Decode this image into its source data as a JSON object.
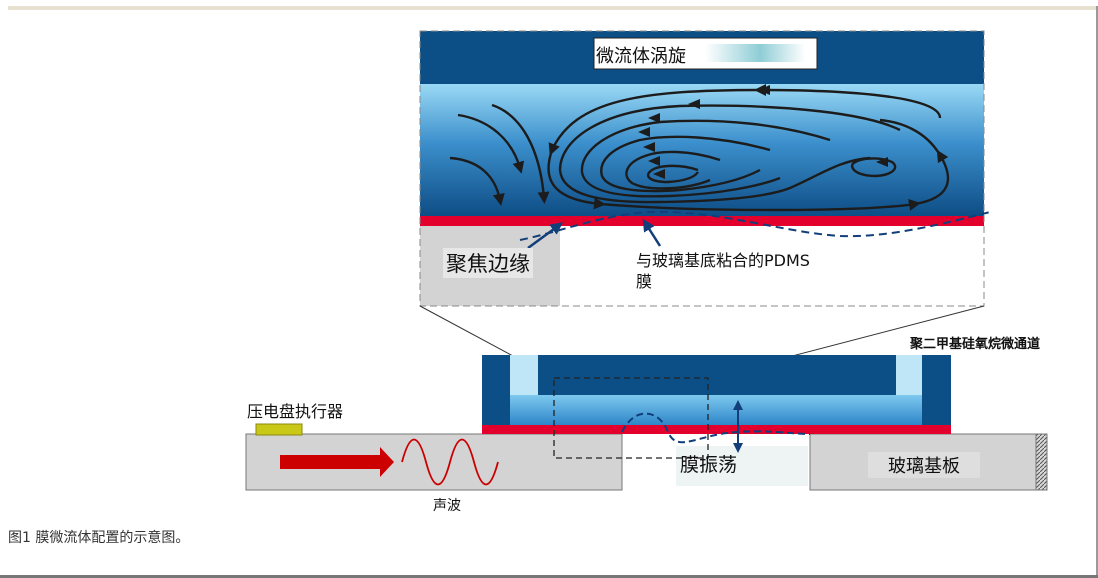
{
  "figure": {
    "caption": "图1 膜微流体配置的示意图。"
  },
  "labels": {
    "vortex": "微流体涡旋",
    "focus_edge": "聚焦边缘",
    "pdms_membrane": "与玻璃基底粘合的PDMS\n膜",
    "pdms_channel": "聚二甲基硅氧烷微通道",
    "piezo": "压电盘执行器",
    "membrane_oscillation": "膜振荡",
    "glass_substrate": "玻璃基板",
    "acoustic_wave": "声波"
  },
  "colors": {
    "channel_dark_blue": "#0c4f86",
    "fluid_light_blue": "#8fd3f2",
    "membrane_red": "#e3002c",
    "substrate_gray": "#d3d3d3",
    "piezo_yellow": "#c9c817",
    "arrow_red": "#cc0000",
    "streamline": "#1c1c1c"
  }
}
